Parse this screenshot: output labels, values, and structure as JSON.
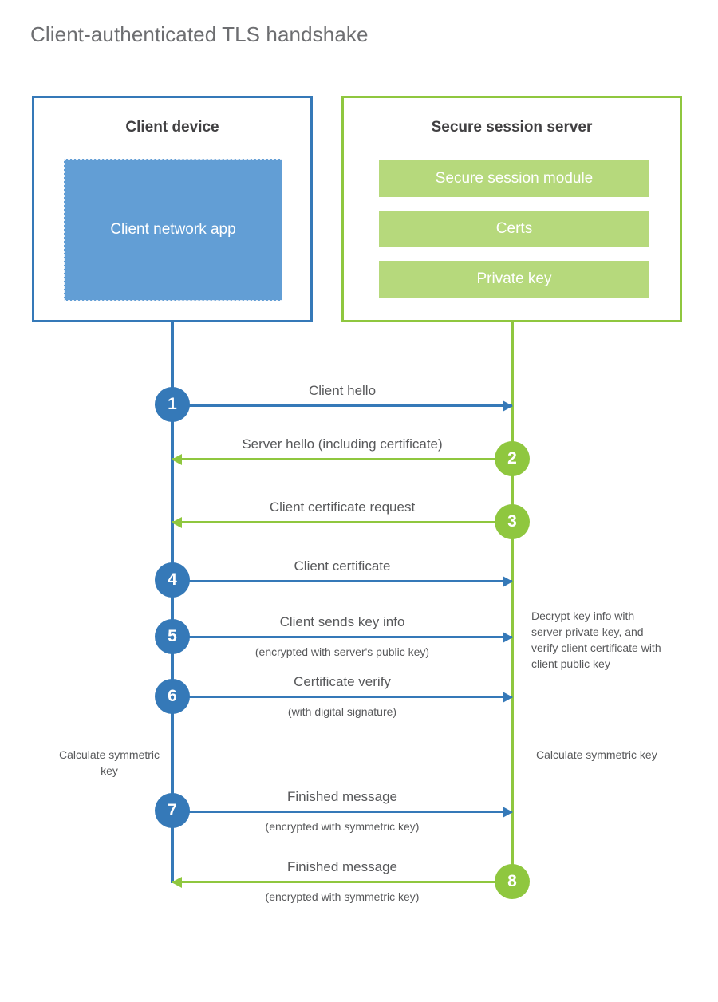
{
  "diagram": {
    "title": "Client-authenticated TLS handshake",
    "colors": {
      "client_blue": "#3579b8",
      "client_app_fill": "#629ed5",
      "server_green": "#8fc73f",
      "server_bar_fill": "#b6d97c",
      "text_gray": "#58595b",
      "title_gray": "#6d6e71"
    },
    "parties": {
      "client": {
        "title": "Client device",
        "app_label": "Client network app"
      },
      "server": {
        "title": "Secure session server",
        "modules": [
          {
            "label": "Secure session module"
          },
          {
            "label": "Certs"
          },
          {
            "label": "Private key"
          }
        ]
      }
    },
    "steps": [
      {
        "number": "1",
        "direction": "client-to-server",
        "label": "Client hello",
        "sublabel": ""
      },
      {
        "number": "2",
        "direction": "server-to-client",
        "label": "Server hello (including certificate)",
        "sublabel": ""
      },
      {
        "number": "3",
        "direction": "server-to-client",
        "label": "Client certificate request",
        "sublabel": ""
      },
      {
        "number": "4",
        "direction": "client-to-server",
        "label": "Client certificate",
        "sublabel": ""
      },
      {
        "number": "5",
        "direction": "client-to-server",
        "label": "Client sends key info",
        "sublabel": "(encrypted with server's public key)"
      },
      {
        "number": "6",
        "direction": "client-to-server",
        "label": "Certificate verify",
        "sublabel": "(with digital signature)"
      },
      {
        "number": "7",
        "direction": "client-to-server",
        "label": "Finished message",
        "sublabel": "(encrypted with symmetric key)"
      },
      {
        "number": "8",
        "direction": "server-to-client",
        "label": "Finished message",
        "sublabel": "(encrypted with symmetric key)"
      }
    ],
    "notes": {
      "server_decrypt": "Decrypt key info with server private key, and verify client certificate with client public key",
      "client_calculate": "Calculate symmetric key",
      "server_calculate": "Calculate symmetric key"
    }
  }
}
